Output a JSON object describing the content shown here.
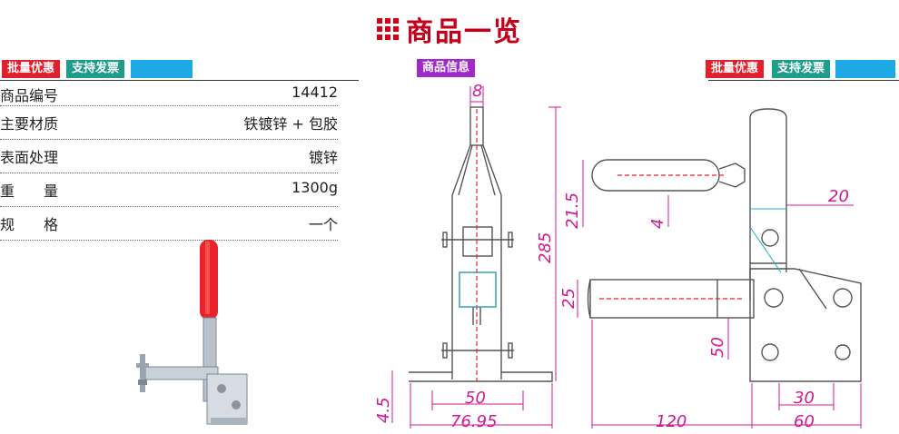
{
  "header": {
    "title": "商品一览"
  },
  "tags": {
    "left": [
      "批量优惠",
      "支持发票"
    ],
    "center": "商品信息",
    "right": [
      "批量优惠",
      "支持发票"
    ]
  },
  "specs": [
    {
      "key": "商品编号",
      "value": "14412"
    },
    {
      "key": "主要材质",
      "value": "铁镀锌 + 包胶"
    },
    {
      "key": "表面处理",
      "value": "镀锌"
    },
    {
      "key": "重　　量",
      "value": "1300g"
    },
    {
      "key": "规　　格",
      "value": "一个"
    }
  ],
  "dimensions": {
    "front": [
      "8",
      "285",
      "25",
      "50",
      "4.5",
      "76.95"
    ],
    "side": [
      "21.5",
      "4",
      "20",
      "50",
      "30",
      "120",
      "60"
    ]
  },
  "colors": {
    "accent": "#c4001a",
    "dimension": "#d01894",
    "teal": "#1e9e8a",
    "blue": "#1ea8e4",
    "purple": "#a229c9"
  }
}
